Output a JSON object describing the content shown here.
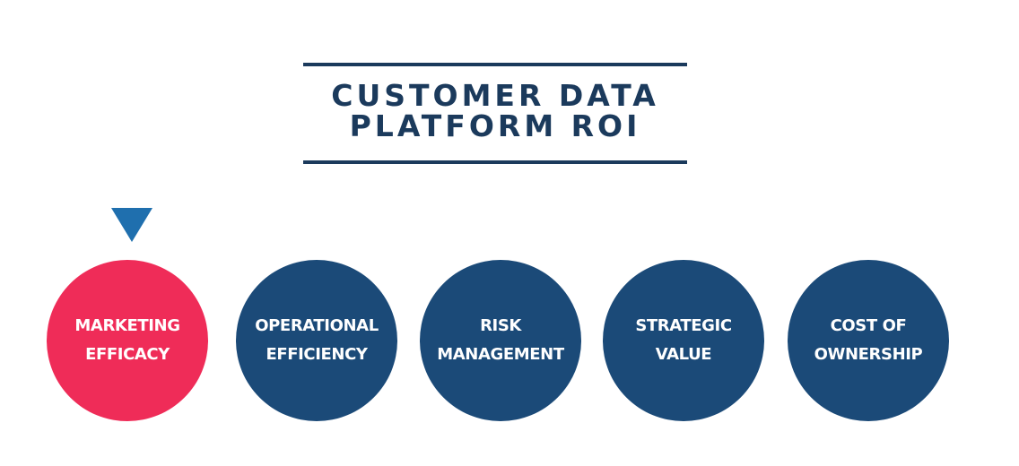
{
  "title": {
    "line1": "CUSTOMER DATA",
    "line2": "PLATFORM ROI"
  },
  "colors": {
    "title": "#1b3a5c",
    "pillar": "#1b4a78",
    "pillar_active": "#ef2c58",
    "indicator": "#1f6fae"
  },
  "selected_index": 0,
  "pillars": [
    {
      "label": "MARKETING\nEFFICACY",
      "active": true
    },
    {
      "label": "OPERATIONAL\nEFFICIENCY",
      "active": false
    },
    {
      "label": "RISK\nMANAGEMENT",
      "active": false
    },
    {
      "label": "STRATEGIC\nVALUE",
      "active": false
    },
    {
      "label": "COST OF\nOWNERSHIP",
      "active": false
    }
  ]
}
